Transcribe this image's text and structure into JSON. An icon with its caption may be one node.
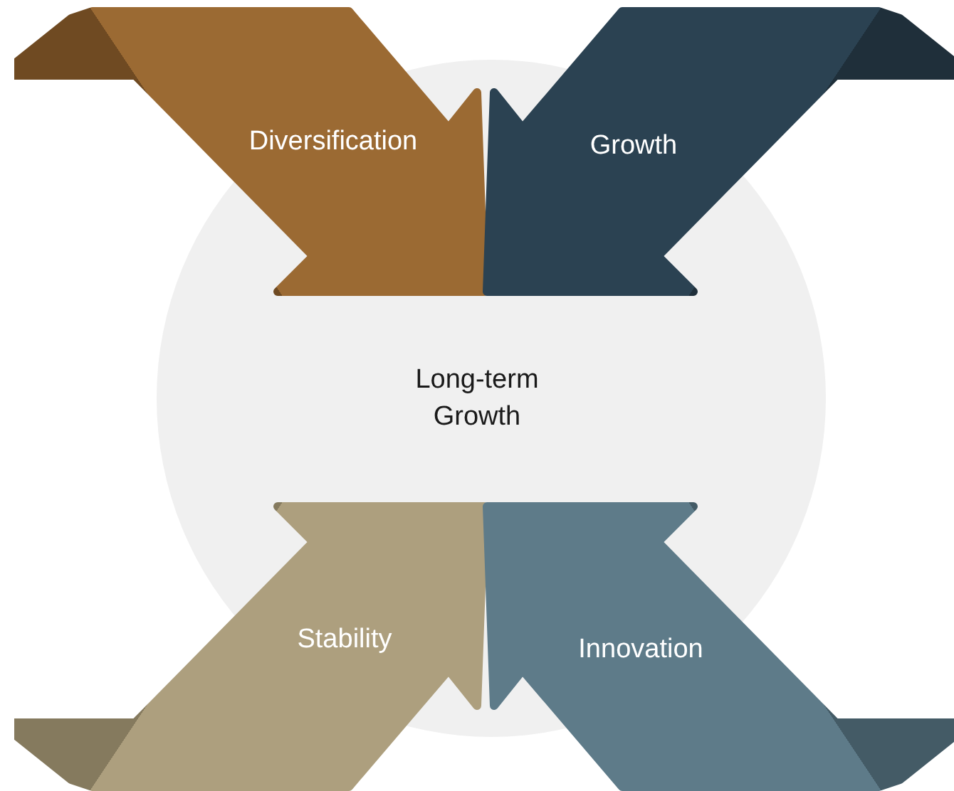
{
  "diagram": {
    "nodes": [
      {
        "text": [
          "Long-term Growth"
        ]
      },
      {
        "text": [
          "Diversification"
        ]
      },
      {
        "text": [
          "Growth"
        ]
      },
      {
        "text": [
          "Stability"
        ]
      },
      {
        "text": [
          "Innovation"
        ]
      }
    ]
  }
}
